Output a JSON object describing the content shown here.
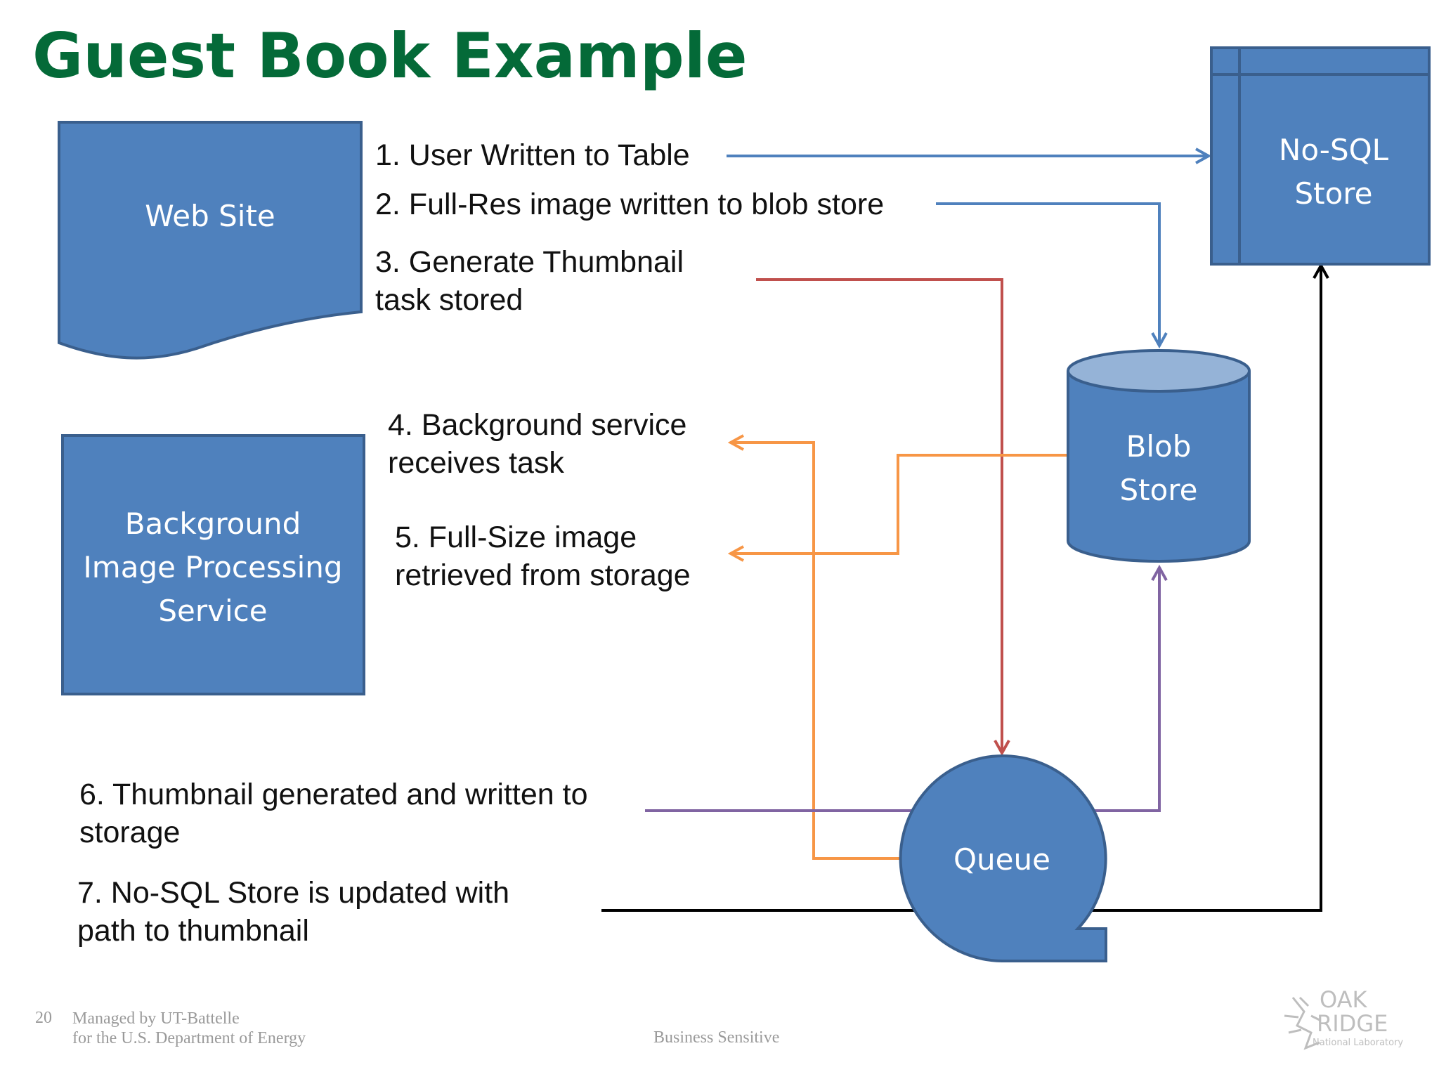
{
  "title": "Guest Book Example",
  "nodes": {
    "web_site": "Web Site",
    "background_service": [
      "Background",
      "Image Processing",
      "Service"
    ],
    "nosql": [
      "No-SQL",
      "Store"
    ],
    "blob": [
      "Blob",
      "Store"
    ],
    "queue": "Queue"
  },
  "steps": {
    "s1": "1. User Written to Table",
    "s2": "2. Full-Res image written to blob store",
    "s3": [
      "3. Generate Thumbnail",
      "task stored"
    ],
    "s4": [
      "4. Background service",
      "receives task"
    ],
    "s5": [
      "5. Full-Size image",
      "retrieved from storage"
    ],
    "s6": [
      "6. Thumbnail generated and written to",
      "storage"
    ],
    "s7": [
      "7. No-SQL Store is updated with",
      "path to thumbnail"
    ]
  },
  "footer": {
    "page_number": "20",
    "managed_by": "Managed by UT-Battelle",
    "department": "for the U.S. Department of Energy",
    "classification": "Business Sensitive"
  },
  "logo": {
    "line1": "OAK",
    "line2": "RIDGE",
    "line3": "National Laboratory"
  },
  "colors": {
    "title": "#046a38",
    "node_fill": "#4f81bd",
    "node_stroke": "#3a5f8d",
    "blob_top": "#95b3d7",
    "arrow_blue": "#4f81bd",
    "arrow_red": "#c0504d",
    "arrow_orange": "#f79646",
    "arrow_purple": "#8064a2",
    "arrow_black": "#000000"
  }
}
